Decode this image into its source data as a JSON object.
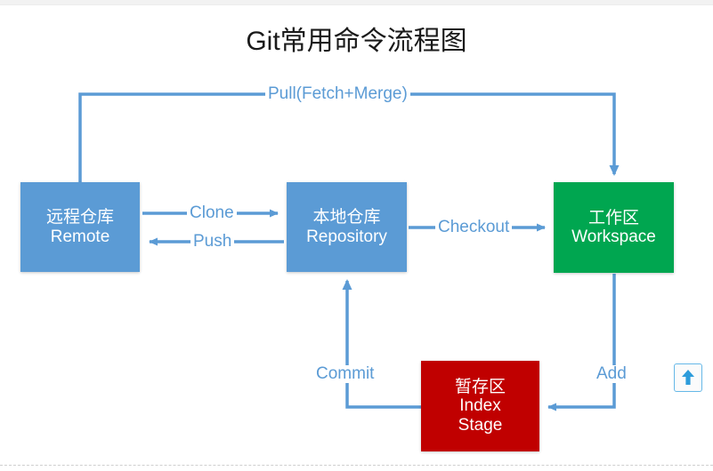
{
  "page": {
    "title": "Git常用命令流程图",
    "background_color": "#ffffff"
  },
  "colors": {
    "blue_node": "#5b9bd5",
    "green_node": "#00a650",
    "red_node": "#c00000",
    "edge": "#5b9bd5",
    "title_text": "#1a1a1a",
    "node_text": "#ffffff",
    "button_accent": "#2d9cdb"
  },
  "diagram": {
    "type": "flowchart",
    "nodes": [
      {
        "id": "remote",
        "name": "remote-repository-node",
        "line1": "远程仓库",
        "line2": "Remote",
        "color": "#5b9bd5"
      },
      {
        "id": "repository",
        "name": "local-repository-node",
        "line1": "本地仓库",
        "line2": "Repository",
        "color": "#5b9bd5"
      },
      {
        "id": "workspace",
        "name": "workspace-node",
        "line1": "工作区",
        "line2": "Workspace",
        "color": "#00a650"
      },
      {
        "id": "index",
        "name": "index-stage-node",
        "line1": "暂存区",
        "line2": "Index",
        "line3": "Stage",
        "color": "#c00000"
      }
    ],
    "edges": [
      {
        "id": "pull",
        "label": "Pull(Fetch+Merge)",
        "from": "remote",
        "to": "workspace"
      },
      {
        "id": "clone",
        "label": "Clone",
        "from": "remote",
        "to": "repository"
      },
      {
        "id": "push",
        "label": "Push",
        "from": "repository",
        "to": "remote"
      },
      {
        "id": "checkout",
        "label": "Checkout",
        "from": "repository",
        "to": "workspace"
      },
      {
        "id": "add",
        "label": "Add",
        "from": "workspace",
        "to": "index"
      },
      {
        "id": "commit",
        "label": "Commit",
        "from": "index",
        "to": "repository"
      }
    ]
  },
  "controls": {
    "scroll_top_icon": "arrow-up-icon",
    "scroll_top_label": "↑"
  }
}
